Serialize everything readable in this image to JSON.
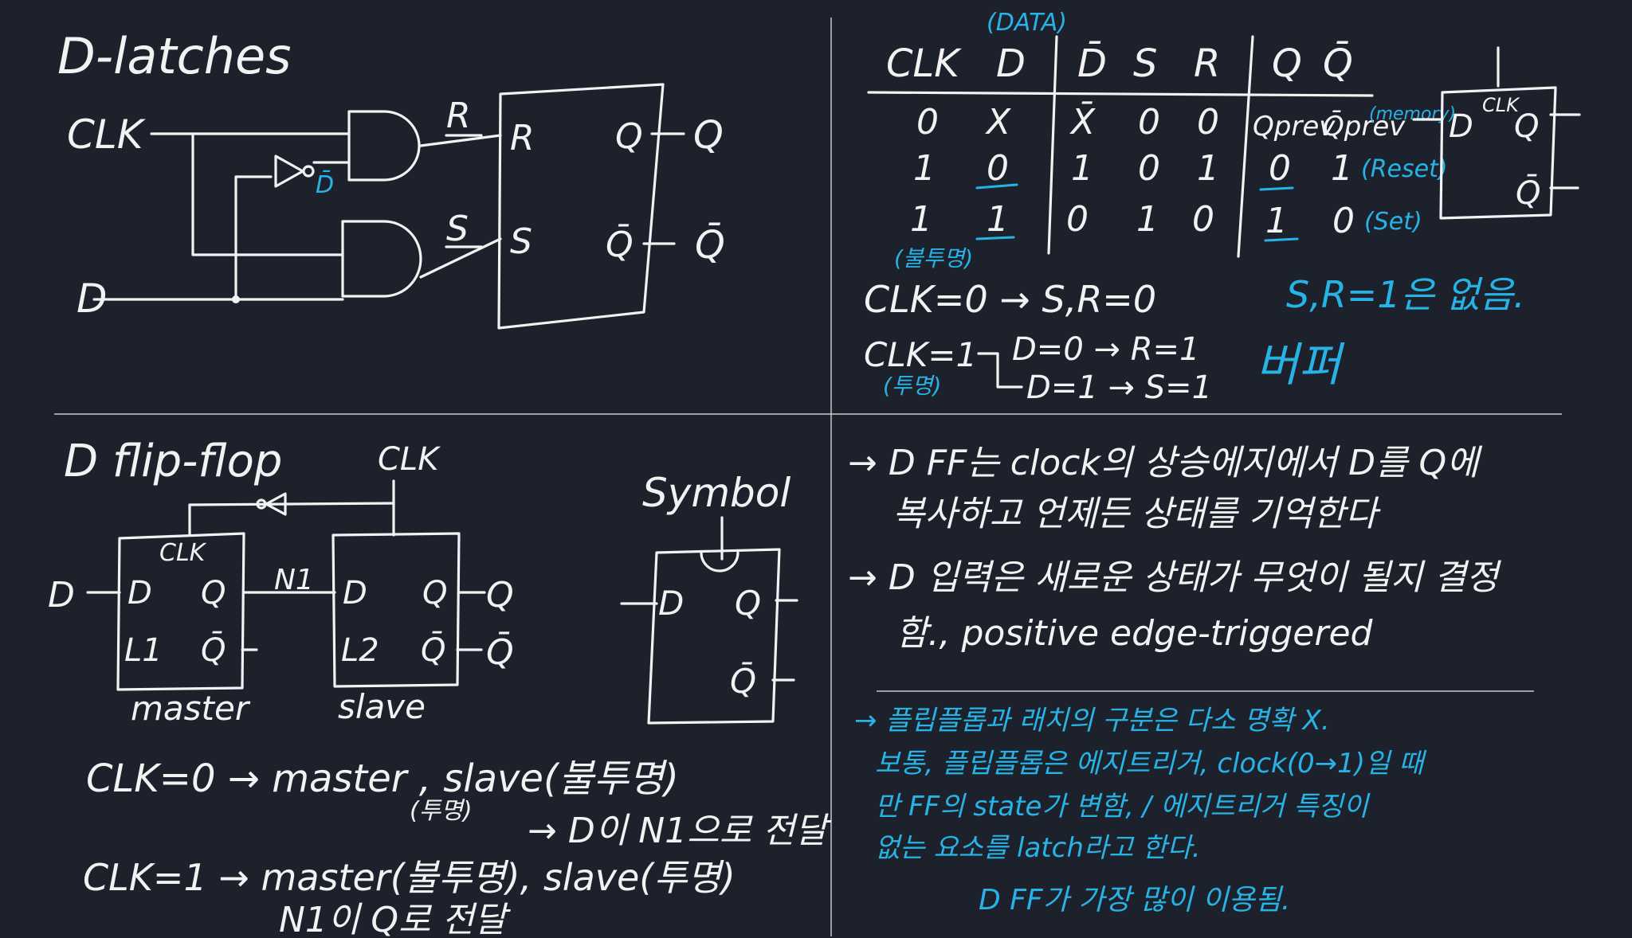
{
  "colors": {
    "background": "#1d212b",
    "ink": "#f2f2f2",
    "accent": "#27b3e6"
  },
  "latch": {
    "title": "D-latches",
    "clk": "CLK",
    "d_input": "D",
    "d_bar": "D̄",
    "r": "R",
    "s": "S",
    "box": {
      "r": "R",
      "s": "S",
      "q": "Q",
      "qbar": "Q̄"
    },
    "out_q": "Q",
    "out_qbar": "Q̄"
  },
  "truth_table": {
    "annotation_data": "(DATA)",
    "headers": [
      "CLK",
      "D",
      "D̄",
      "S",
      "R",
      "Q",
      "Q̄"
    ],
    "rows": [
      [
        "0",
        "X",
        "X̄",
        "0",
        "0",
        "Qprev",
        "Q̄prev"
      ],
      [
        "1",
        "0",
        "1",
        "0",
        "1",
        "0",
        "1"
      ],
      [
        "1",
        "1",
        "0",
        "1",
        "0",
        "1",
        "0"
      ]
    ],
    "row_notes": [
      "(memory)",
      "(Reset)",
      "(Set)"
    ],
    "opaque_note": "(불투명)",
    "symbol": {
      "clk": "CLK",
      "d": "D",
      "q": "Q",
      "qbar": "Q̄"
    }
  },
  "latch_notes": {
    "line1": "CLK=0 → S,R=0",
    "line1_note": "S,R=1은 없음.",
    "line2_a": "CLK=1",
    "line2_b": "D=0 → R=1",
    "line2_c": "D=1 → S=1",
    "transparent": "(투명)",
    "buffer": "버퍼"
  },
  "flipflop": {
    "title": "D flip-flop",
    "clk": "CLK",
    "d_in": "D",
    "n1": "N1",
    "master": {
      "clk": "CLK",
      "d": "D",
      "q": "Q",
      "l": "L1",
      "qbar": "Q̄",
      "label": "master"
    },
    "slave": {
      "d": "D",
      "q": "Q",
      "l": "L2",
      "qbar": "Q̄",
      "label": "slave"
    },
    "out_q": "Q",
    "out_qbar": "Q̄",
    "symbol_title": "Symbol",
    "symbol": {
      "d": "D",
      "q": "Q",
      "qbar": "Q̄"
    }
  },
  "ff_notes": {
    "clk0": "CLK=0 → master , slave(불투명)",
    "clk0_transparent": "(투명)",
    "clk0_result": "→ D이 N1으로 전달",
    "clk1": "CLK=1 → master(불투명), slave(투명)",
    "clk1_result": "N1이 Q로 전달"
  },
  "right_notes": {
    "line1": "→ D FF는 clock의 상승에지에서 D를 Q에",
    "line2": "복사하고 언제든 상태를 기억한다",
    "line3": "→ D 입력은 새로운 상태가 무엇이 될지 결정",
    "line4": "함., positive edge-triggered",
    "blue1": "→ 플립플롭과 래치의 구분은 다소 명확 X.",
    "blue2": "보통, 플립플롭은 에지트리거, clock(0→1)일 때",
    "blue3": "만 FF의 state가 변함, / 에지트리거 특징이",
    "blue4": "없는 요소를 latch라고 한다.",
    "blue5": "D FF가 가장 많이 이용됨."
  }
}
